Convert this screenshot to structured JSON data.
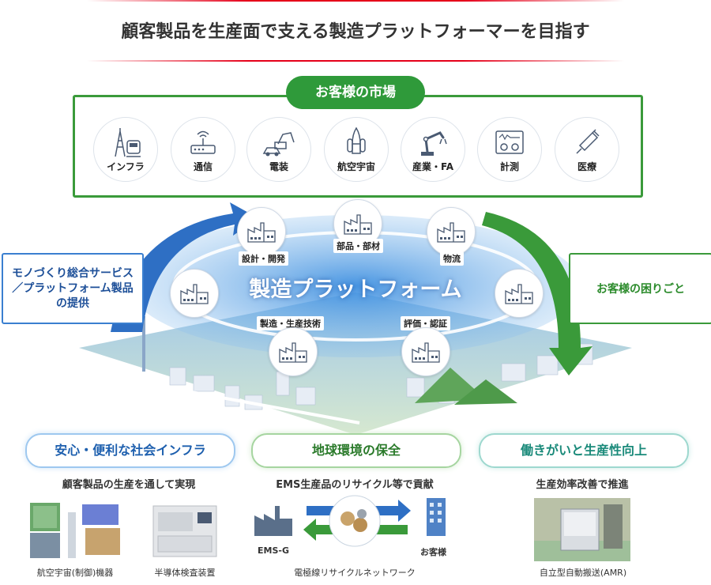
{
  "header": {
    "title": "顧客製品を生産面で支える製造プラットフォーマーを目指す"
  },
  "market": {
    "title": "お客様の市場",
    "items": [
      {
        "label": "インフラ",
        "icon": "tower-train-icon"
      },
      {
        "label": "通信",
        "icon": "router-icon"
      },
      {
        "label": "電装",
        "icon": "excavator-car-icon"
      },
      {
        "label": "航空宇宙",
        "icon": "rocket-icon"
      },
      {
        "label": "産業・FA",
        "icon": "robot-arm-icon"
      },
      {
        "label": "計測",
        "icon": "meter-icon"
      },
      {
        "label": "医療",
        "icon": "syringe-icon"
      }
    ]
  },
  "left_box": {
    "line1": "モノづくり総合サービス",
    "line2": "／プラットフォーム製品",
    "line3": "の提供"
  },
  "right_box": {
    "label": "お客様の困りごと"
  },
  "platform": {
    "title": "製造プラットフォーム",
    "nodes": [
      {
        "label": "設計・開発"
      },
      {
        "label": "部品・部材"
      },
      {
        "label": "物流"
      },
      {
        "label": "製造・生産技術"
      },
      {
        "label": "評価・認証"
      }
    ]
  },
  "bottom": {
    "col1": {
      "pill": "安心・便利な社会インフラ",
      "subtitle": "顧客製品の生産を通して実現",
      "caption1": "航空宇宙(制御)機器",
      "caption2": "半導体検査装置"
    },
    "col2": {
      "pill": "地球環境の保全",
      "subtitle": "EMS生産品のリサイクル等で貢献",
      "ems_label": "EMS-G",
      "customer_label": "お客様",
      "caption": "電極線リサイクルネットワーク"
    },
    "col3": {
      "pill": "働きがいと生産性向上",
      "subtitle": "生産効率改善で推進",
      "caption": "自立型自動搬送(AMR)"
    }
  },
  "colors": {
    "green": "#3a9a3a",
    "blue": "#2e6fc4",
    "red": "#e50019",
    "navy": "#1d4f98"
  }
}
